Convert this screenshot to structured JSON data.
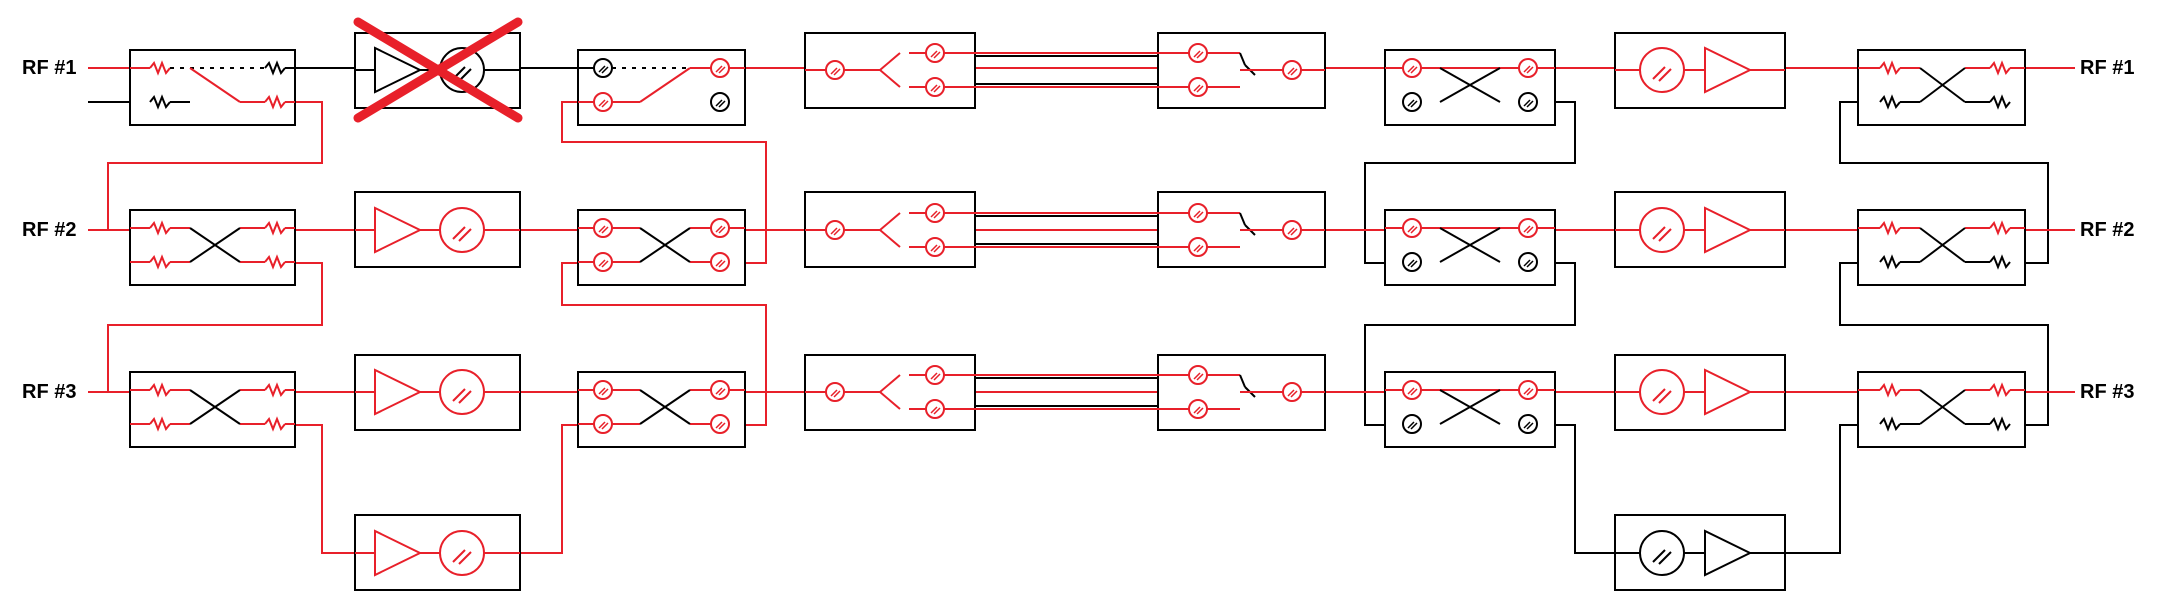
{
  "labels": {
    "left": [
      "RF #1",
      "RF #2",
      "RF #3"
    ],
    "right": [
      "RF #1",
      "RF #2",
      "RF #3"
    ]
  },
  "colors": {
    "active": "#e8202a",
    "inactive": "#000000",
    "failed_mark": "#e8202a",
    "background": "#ffffff"
  },
  "components": {
    "input_switch": "switch/coupler module",
    "amplifier": "amplifier with photodetector",
    "failed_amplifier": "failed amplifier (crossed out)",
    "splitter": "fiber splitter module",
    "combiner": "fiber combiner module",
    "spare_amplifier": "redundant amplifier"
  }
}
